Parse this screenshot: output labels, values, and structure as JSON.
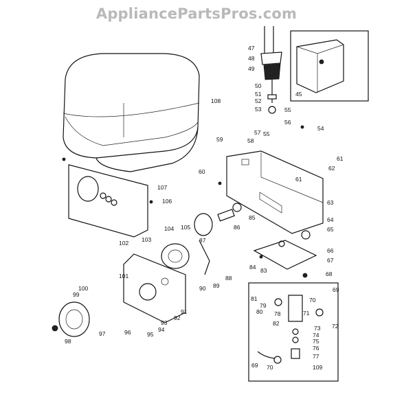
{
  "watermark": "AppliancePartsPros.com",
  "callouts": [
    {
      "id": "p47",
      "text": "47"
    },
    {
      "id": "p48",
      "text": "48"
    },
    {
      "id": "p49",
      "text": "49"
    },
    {
      "id": "p50",
      "text": "50"
    },
    {
      "id": "p51",
      "text": "51"
    },
    {
      "id": "p52",
      "text": "52"
    },
    {
      "id": "p53",
      "text": "53"
    },
    {
      "id": "p45",
      "text": "45"
    },
    {
      "id": "p55a",
      "text": "55"
    },
    {
      "id": "p56",
      "text": "56"
    },
    {
      "id": "p54",
      "text": "54"
    },
    {
      "id": "p57",
      "text": "57"
    },
    {
      "id": "p55b",
      "text": "55"
    },
    {
      "id": "p59",
      "text": "59"
    },
    {
      "id": "p58",
      "text": "58"
    },
    {
      "id": "p108",
      "text": "108"
    },
    {
      "id": "p60",
      "text": "60"
    },
    {
      "id": "p61a",
      "text": "61"
    },
    {
      "id": "p62",
      "text": "62"
    },
    {
      "id": "p61b",
      "text": "61"
    },
    {
      "id": "p107",
      "text": "107"
    },
    {
      "id": "p106",
      "text": "106"
    },
    {
      "id": "p63",
      "text": "63"
    },
    {
      "id": "p64",
      "text": "64"
    },
    {
      "id": "p65",
      "text": "65"
    },
    {
      "id": "p105",
      "text": "105"
    },
    {
      "id": "p104",
      "text": "104"
    },
    {
      "id": "p86",
      "text": "86"
    },
    {
      "id": "p85",
      "text": "85"
    },
    {
      "id": "p87",
      "text": "87"
    },
    {
      "id": "p102",
      "text": "102"
    },
    {
      "id": "p103",
      "text": "103"
    },
    {
      "id": "p66",
      "text": "66"
    },
    {
      "id": "p67",
      "text": "67"
    },
    {
      "id": "p84",
      "text": "84"
    },
    {
      "id": "p83",
      "text": "83"
    },
    {
      "id": "p68",
      "text": "68"
    },
    {
      "id": "p88",
      "text": "88"
    },
    {
      "id": "p89",
      "text": "89"
    },
    {
      "id": "p101",
      "text": "101"
    },
    {
      "id": "p90",
      "text": "90"
    },
    {
      "id": "p100",
      "text": "100"
    },
    {
      "id": "p99",
      "text": "99"
    },
    {
      "id": "p91",
      "text": "91"
    },
    {
      "id": "p92",
      "text": "92"
    },
    {
      "id": "p93",
      "text": "93"
    },
    {
      "id": "p94",
      "text": "94"
    },
    {
      "id": "p96",
      "text": "96"
    },
    {
      "id": "p95",
      "text": "95"
    },
    {
      "id": "p97",
      "text": "97"
    },
    {
      "id": "p98",
      "text": "98"
    },
    {
      "id": "p69a",
      "text": "69"
    },
    {
      "id": "p81",
      "text": "81"
    },
    {
      "id": "p79",
      "text": "79"
    },
    {
      "id": "p80",
      "text": "80"
    },
    {
      "id": "p70a",
      "text": "70"
    },
    {
      "id": "p78",
      "text": "78"
    },
    {
      "id": "p71",
      "text": "71"
    },
    {
      "id": "p82",
      "text": "82"
    },
    {
      "id": "p72",
      "text": "72"
    },
    {
      "id": "p73",
      "text": "73"
    },
    {
      "id": "p74",
      "text": "74"
    },
    {
      "id": "p75",
      "text": "75"
    },
    {
      "id": "p76",
      "text": "76"
    },
    {
      "id": "p77",
      "text": "77"
    },
    {
      "id": "p69b",
      "text": "69"
    },
    {
      "id": "p70b",
      "text": "70"
    },
    {
      "id": "p109",
      "text": "109"
    }
  ]
}
